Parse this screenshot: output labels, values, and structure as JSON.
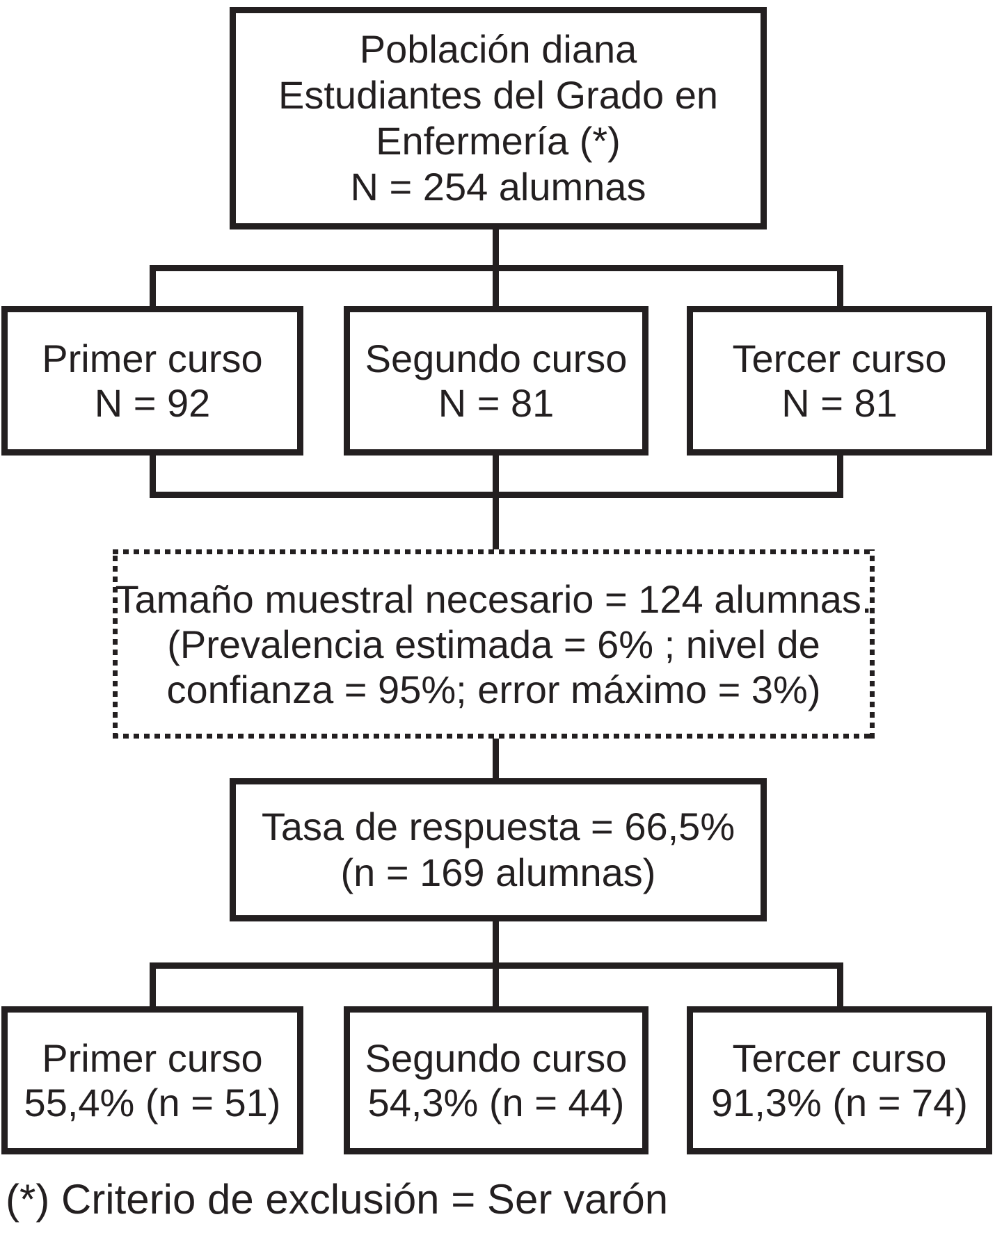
{
  "diagram": {
    "population_box": {
      "lines": [
        "Población diana",
        "Estudiantes del Grado en",
        "Enfermería (*)",
        "N = 254 alumnas"
      ]
    },
    "courses_population": [
      {
        "name": "Primer curso",
        "value": "N = 92"
      },
      {
        "name": "Segundo curso",
        "value": "N = 81"
      },
      {
        "name": "Tercer curso",
        "value": "N = 81"
      }
    ],
    "sample_size_box": {
      "lines": [
        "Tamaño muestral necesario = 124 alumnas.",
        "(Prevalencia estimada = 6% ; nivel de",
        "confianza = 95%; error máximo = 3%)"
      ]
    },
    "response_box": {
      "lines": [
        "Tasa de respuesta = 66,5%",
        "(n = 169 alumnas)"
      ]
    },
    "courses_response": [
      {
        "name": "Primer curso",
        "value": "55,4% (n = 51)"
      },
      {
        "name": "Segundo curso",
        "value": "54,3% (n = 44)"
      },
      {
        "name": "Tercer curso",
        "value": "91,3% (n = 74)"
      }
    ],
    "footnote": "(*) Criterio de exclusión = Ser varón",
    "colors": {
      "line": "#231f20",
      "background": "#ffffff"
    }
  }
}
